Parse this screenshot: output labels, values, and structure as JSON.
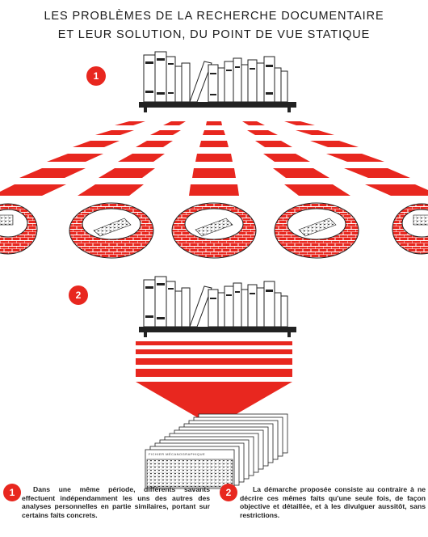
{
  "title": {
    "line1": "LES PROBLÈMES DE LA RECHERCHE DOCUMENTAIRE",
    "line2": "ET LEUR SOLUTION, DU POINT DE VUE STATIQUE"
  },
  "section1": {
    "badge": "1",
    "caption": "Dans une même période, différents savants effectuent indépendamment les uns des autres des analyses personnelles en partie similaires, portant sur certains faits concrets."
  },
  "section2": {
    "badge": "2",
    "caption": "La démarche proposée consiste au contraire à ne décrire ces mêmes faits qu'une seule fois, de façon objective et détaillée, et à les divulguer aussitôt, sans restrictions."
  },
  "card_label": "FICHIER MÉCANOGRAPHIQUE",
  "colors": {
    "accent": "#e8271f",
    "ink": "#1a1a1a"
  }
}
